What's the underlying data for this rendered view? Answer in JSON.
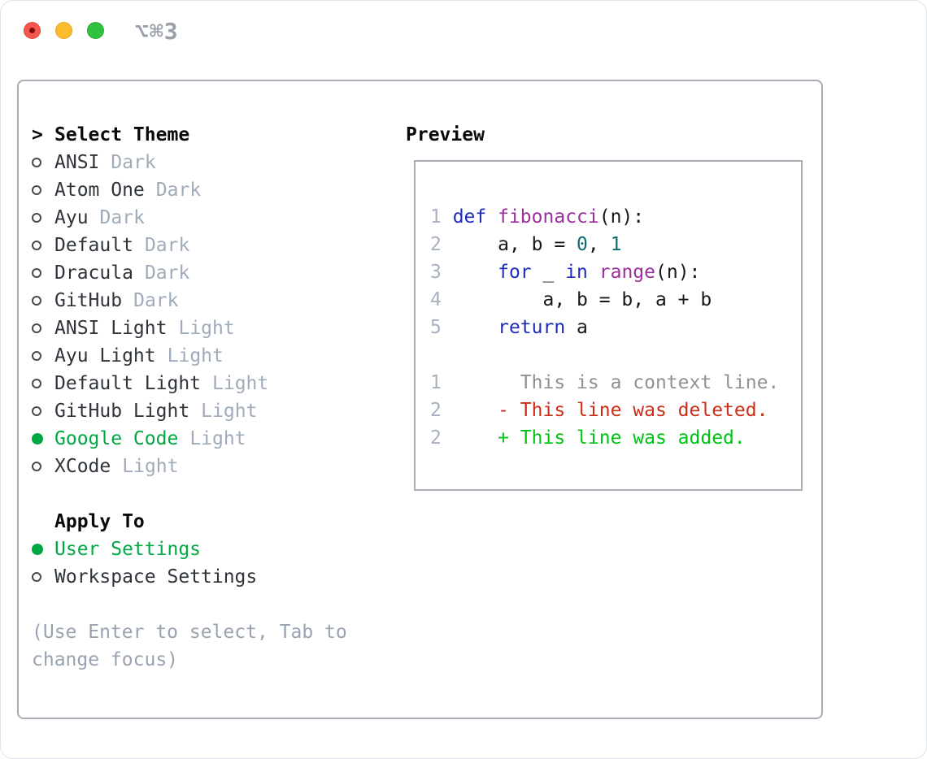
{
  "titlebar": {
    "shortcut": "⌥⌘3"
  },
  "colors": {
    "accent_green": "#00a843",
    "added_green": "#00c414",
    "deleted_red": "#cb2d16",
    "keyword_blue": "#1e2cb8",
    "function_purple": "#9a2f9e",
    "literal_teal": "#0e6b6e",
    "gutter_gray": "#a7b1c0",
    "muted_gray": "#98a3b2",
    "border_gray": "#a9aeb6",
    "traffic_red": "#f5564d",
    "traffic_yellow": "#fdbc2e",
    "traffic_green": "#2ec23f"
  },
  "selector": {
    "prompt": ">",
    "title": "Select Theme",
    "themes": [
      {
        "name": "ANSI",
        "variant": "Dark",
        "selected": false
      },
      {
        "name": "Atom One",
        "variant": "Dark",
        "selected": false
      },
      {
        "name": "Ayu",
        "variant": "Dark",
        "selected": false
      },
      {
        "name": "Default",
        "variant": "Dark",
        "selected": false
      },
      {
        "name": "Dracula",
        "variant": "Dark",
        "selected": false
      },
      {
        "name": "GitHub",
        "variant": "Dark",
        "selected": false
      },
      {
        "name": "ANSI Light",
        "variant": "Light",
        "selected": false
      },
      {
        "name": "Ayu Light",
        "variant": "Light",
        "selected": false
      },
      {
        "name": "Default Light",
        "variant": "Light",
        "selected": false
      },
      {
        "name": "GitHub Light",
        "variant": "Light",
        "selected": false
      },
      {
        "name": "Google Code",
        "variant": "Light",
        "selected": true
      },
      {
        "name": "XCode",
        "variant": "Light",
        "selected": false
      }
    ],
    "apply_to": {
      "label": "Apply To",
      "options": [
        {
          "name": "User Settings",
          "selected": true
        },
        {
          "name": "Workspace Settings",
          "selected": false
        }
      ]
    },
    "hint": "(Use Enter to select, Tab to change focus)"
  },
  "preview": {
    "title": "Preview",
    "lines": [
      {
        "num": "1",
        "tokens": [
          [
            "kw",
            "def"
          ],
          [
            "pln",
            " "
          ],
          [
            "fn",
            "fibonacci"
          ],
          [
            "pln",
            "(n):"
          ]
        ]
      },
      {
        "num": "2",
        "tokens": [
          [
            "pln",
            "    a, b = "
          ],
          [
            "lit",
            "0"
          ],
          [
            "pln",
            ", "
          ],
          [
            "lit",
            "1"
          ]
        ]
      },
      {
        "num": "3",
        "tokens": [
          [
            "pln",
            "    "
          ],
          [
            "kw",
            "for"
          ],
          [
            "pln",
            " _ "
          ],
          [
            "kw",
            "in"
          ],
          [
            "pln",
            " "
          ],
          [
            "fn",
            "range"
          ],
          [
            "pln",
            "(n):"
          ]
        ]
      },
      {
        "num": "4",
        "tokens": [
          [
            "pln",
            "        a, b = b, a + b"
          ]
        ]
      },
      {
        "num": "5",
        "tokens": [
          [
            "pln",
            "    "
          ],
          [
            "kw",
            "return"
          ],
          [
            "pln",
            " a"
          ]
        ]
      },
      {
        "num": "",
        "tokens": []
      },
      {
        "num": "1",
        "tokens": [
          [
            "ctx",
            "      This is a context line."
          ]
        ]
      },
      {
        "num": "2",
        "tokens": [
          [
            "del",
            "    - This line was deleted."
          ]
        ]
      },
      {
        "num": "2",
        "tokens": [
          [
            "add",
            "    + This line was added."
          ]
        ]
      }
    ]
  }
}
